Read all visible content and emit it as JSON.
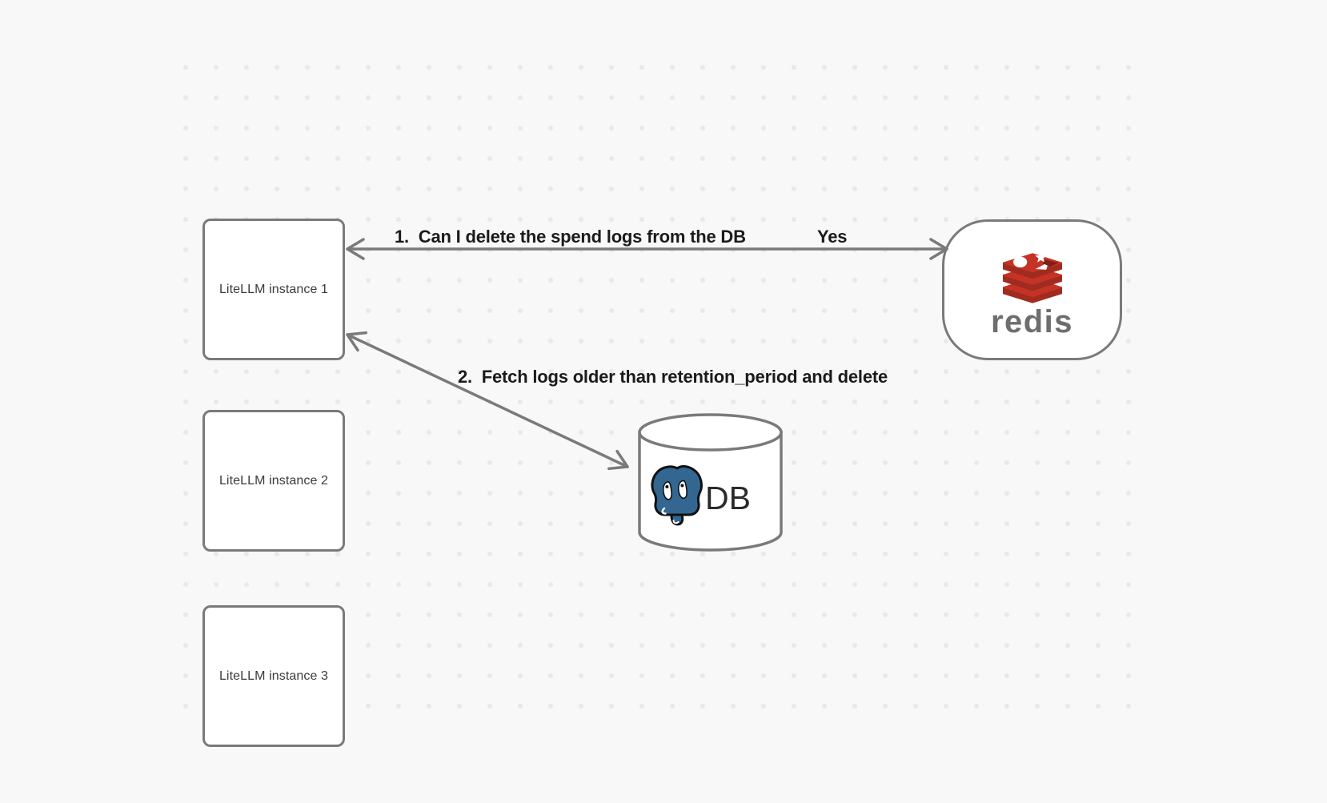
{
  "canvas": {
    "background_color": "#f8f8f8",
    "dot_color": "#e9e9e9"
  },
  "nodes": {
    "litellm_instances": [
      {
        "label": "LiteLLM instance 1"
      },
      {
        "label": "LiteLLM instance 2"
      },
      {
        "label": "LiteLLM instance 3"
      }
    ],
    "redis": {
      "label": "redis",
      "icon": "redis-stack-logo"
    },
    "database": {
      "label": "DB",
      "icon": "postgresql-elephant-logo"
    }
  },
  "flow_labels": {
    "step1": "1.  Can I delete the spend logs from the DB",
    "step1_answer": "Yes",
    "step2": "2.  Fetch logs older than retention_period and delete"
  },
  "colors": {
    "shape_border": "#7a7a7a",
    "arrow": "#7a7a7a",
    "flow_label_text": "#1b1b1d",
    "node_text": "#3b3b3b",
    "redis_red": "#c53327",
    "redis_red_dark": "#a22b1f",
    "redis_red_darker": "#801f12",
    "redis_wordmark": "#6e6e6e",
    "postgres_blue": "#336791",
    "db_text": "#2a2a2a"
  }
}
